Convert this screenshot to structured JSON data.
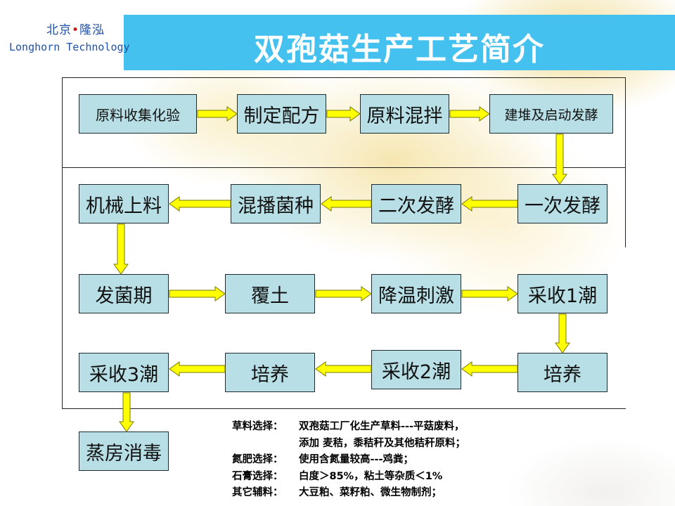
{
  "header": {
    "company_cn": "北京",
    "company_dot": "•",
    "company_cn2": "隆泓",
    "company_en": "Longhorn Technology",
    "title": "双孢菇生产工艺简介"
  },
  "steps": {
    "s1": "原料收集化验",
    "s2": "制定配方",
    "s3": "原料混拌",
    "s4": "建堆及启动发酵",
    "s5": "一次发酵",
    "s6": "二次发酵",
    "s7": "混播菌种",
    "s8": "机械上料",
    "s9": "发菌期",
    "s10": "覆土",
    "s11": "降温刺激",
    "s12": "采收1潮",
    "s13": "培养",
    "s14": "采收2潮",
    "s15": "培养",
    "s16": "采收3潮",
    "s17": "蒸房消毒"
  },
  "notes": [
    {
      "label": "草料选择：",
      "text": "双孢菇工厂化生产草料---平菇废料，"
    },
    {
      "label": "",
      "text": "添加 麦秸，黍秸秆及其他秸秆原料；"
    },
    {
      "label": "氮肥选择：",
      "text": "使用含氮量较高---鸡粪；"
    },
    {
      "label": "石膏选择：",
      "text": "白度＞85%，粘土等杂质＜1%"
    },
    {
      "label": "其它辅料：",
      "text": "大豆粕、菜籽粕、微生物制剂；"
    }
  ],
  "colors": {
    "title_band": "#45c1ef",
    "step_fill": "#b7dfe5",
    "arrow_fill": "#ffff00",
    "arrow_stroke": "#7a7a00",
    "logo_text": "#1f4fa8"
  }
}
